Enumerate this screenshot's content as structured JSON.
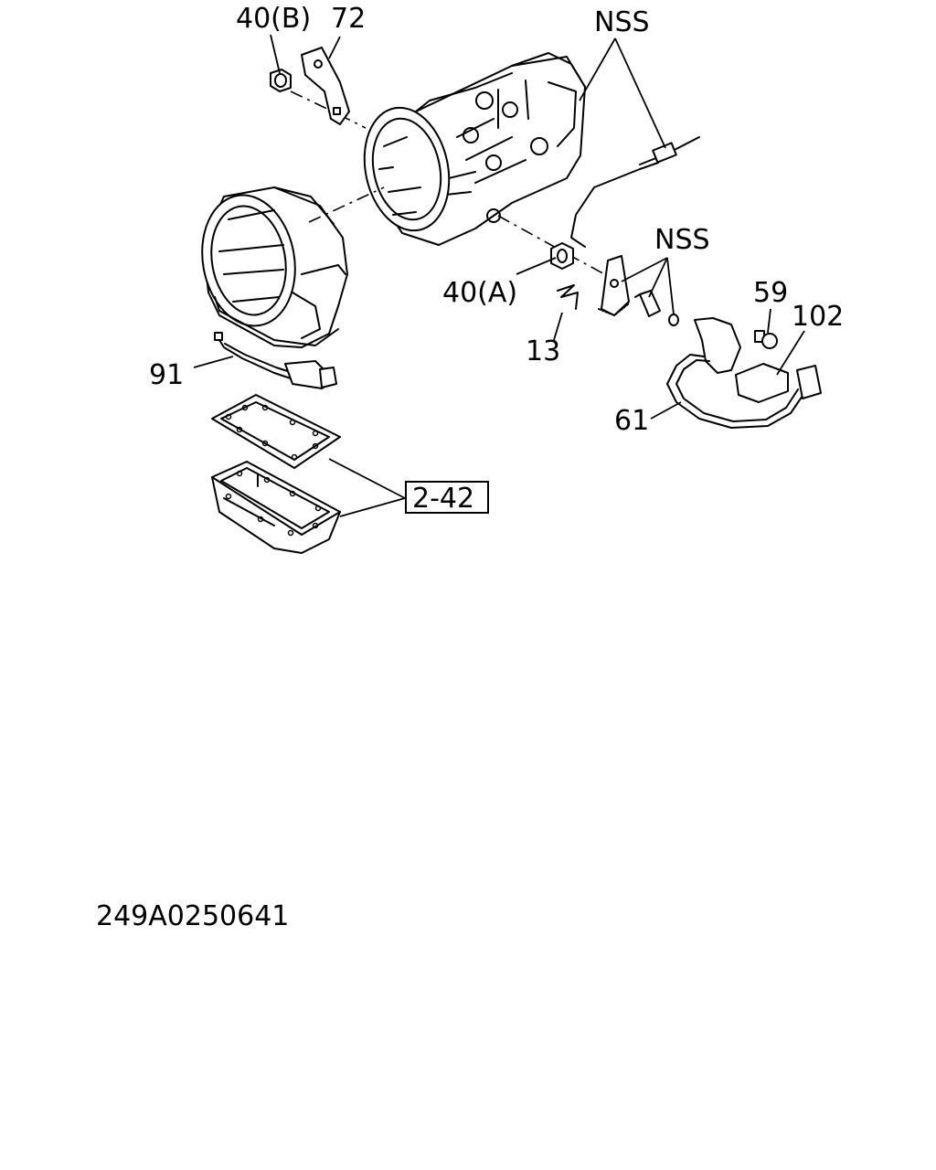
{
  "diagram": {
    "labels": {
      "nut_b": "40(B)",
      "bracket": "72",
      "nss_top": "NSS",
      "nut_a": "40(A)",
      "nss_mid": "NSS",
      "bolt": "59",
      "connector": "102",
      "spring": "13",
      "harness_sensor": "91",
      "harness_switch": "61",
      "pan_ref": "2-42"
    },
    "drawing_code": "249A0250641"
  }
}
